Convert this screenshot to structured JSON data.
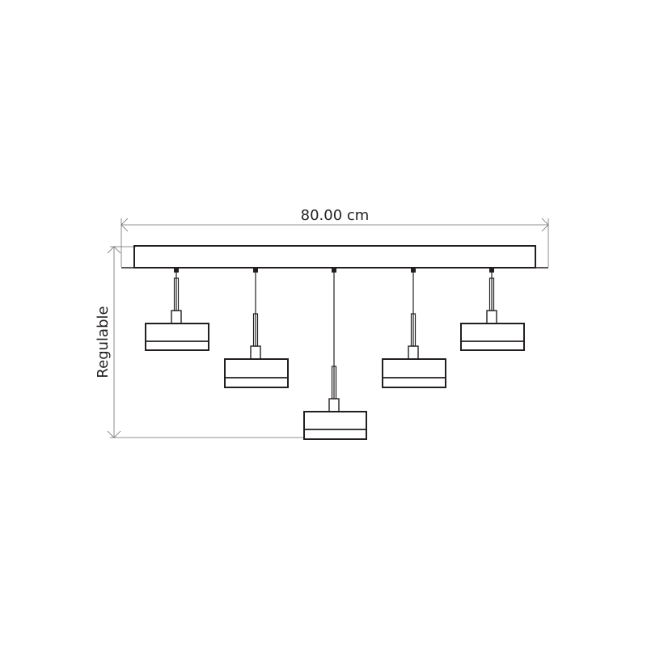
{
  "diagram": {
    "width_label": "80.00 cm",
    "height_label": "Regulable",
    "pendant_count": 5
  },
  "colors": {
    "line": "#231f20",
    "dimension_line": "#6d6e71",
    "background": "#ffffff"
  }
}
